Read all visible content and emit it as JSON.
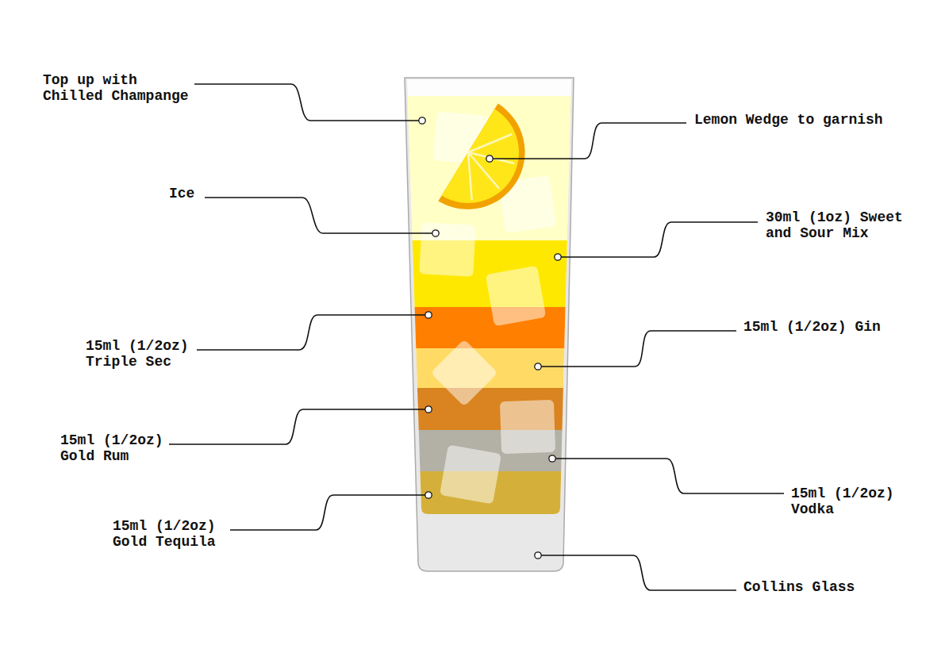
{
  "diagram": {
    "labels": [
      "Top up with Chilled Champange",
      "Lemon Wedge to garnish",
      "Ice",
      "30ml (1oz) Sweet and Sour Mix",
      "15ml (1/2oz) Triple Sec",
      "15ml (1/2oz) Gin",
      "15ml (1/2oz) Gold Rum",
      "15ml (1/2oz) Vodka",
      "15ml (1/2oz) Gold Tequila",
      "Collins Glass"
    ]
  }
}
